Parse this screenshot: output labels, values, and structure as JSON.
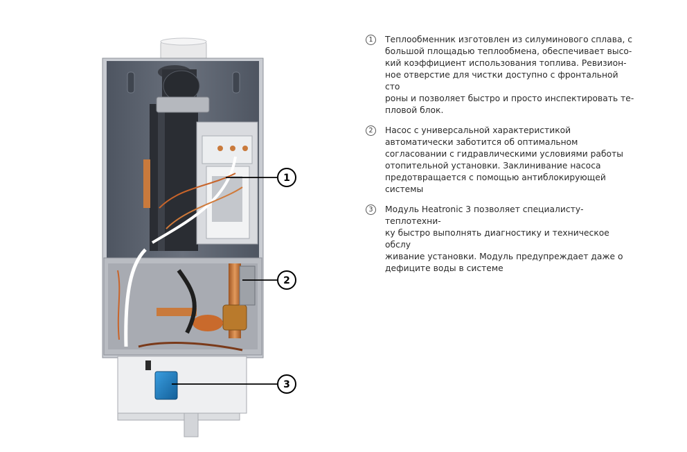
{
  "callouts": [
    {
      "number": "1"
    },
    {
      "number": "2"
    },
    {
      "number": "3"
    }
  ],
  "notes": [
    {
      "number": "1",
      "text": "Теплообменник изготовлен из силуминового сплава, с\nбольшой площадью теплообмена, обеспечивает высо-\nкий коэффициент использования топлива. Ревизион-\nное отверстие для чистки доступно с фронтальной сто\nроны и позволяет быстро и просто инспектировать те-\nпловой блок."
    },
    {
      "number": "2",
      "text": "Насос с универсальной характеристикой\nавтоматически заботится об оптимальном\nсогласовании с гидравлическими условиями работы\nотопительной установки. Заклинивание насоса\nпредотвращается с помощью антиблокирующей\nсистемы"
    },
    {
      "number": "3",
      "text": "Модуль Heatronic 3 позволяет специалисту-теплотехни-\nку быстро выполнять диагностику и техническое обслу\nживание установки. Модуль предупреждает даже о\nдефиците воды в системе"
    }
  ],
  "colors": {
    "housing": "#c9ccd2",
    "back_panel": "#5b6370",
    "copper": "#c97a3c",
    "control_module": "#1f7fc4",
    "callout_line": "#000000"
  }
}
